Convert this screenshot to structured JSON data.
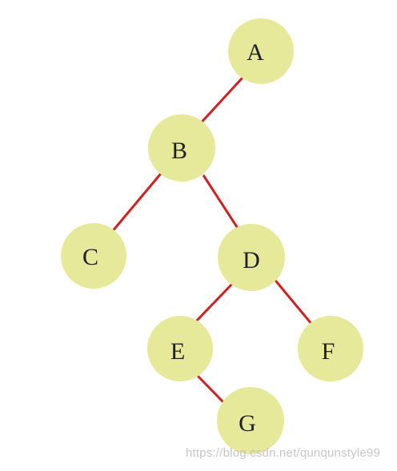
{
  "diagram": {
    "type": "binary-tree",
    "node_fill": "#e6e99a",
    "edge_color": "#d01f1f",
    "nodes": [
      {
        "id": "A",
        "label": "A"
      },
      {
        "id": "B",
        "label": "B"
      },
      {
        "id": "C",
        "label": "C"
      },
      {
        "id": "D",
        "label": "D"
      },
      {
        "id": "E",
        "label": "E"
      },
      {
        "id": "F",
        "label": "F"
      },
      {
        "id": "G",
        "label": "G"
      }
    ],
    "edges": [
      {
        "from": "A",
        "to": "B"
      },
      {
        "from": "B",
        "to": "C"
      },
      {
        "from": "B",
        "to": "D"
      },
      {
        "from": "D",
        "to": "E"
      },
      {
        "from": "D",
        "to": "F"
      },
      {
        "from": "E",
        "to": "G"
      }
    ]
  },
  "watermark": {
    "text": "https://blog.csdn.net/qunqunstyle99"
  }
}
